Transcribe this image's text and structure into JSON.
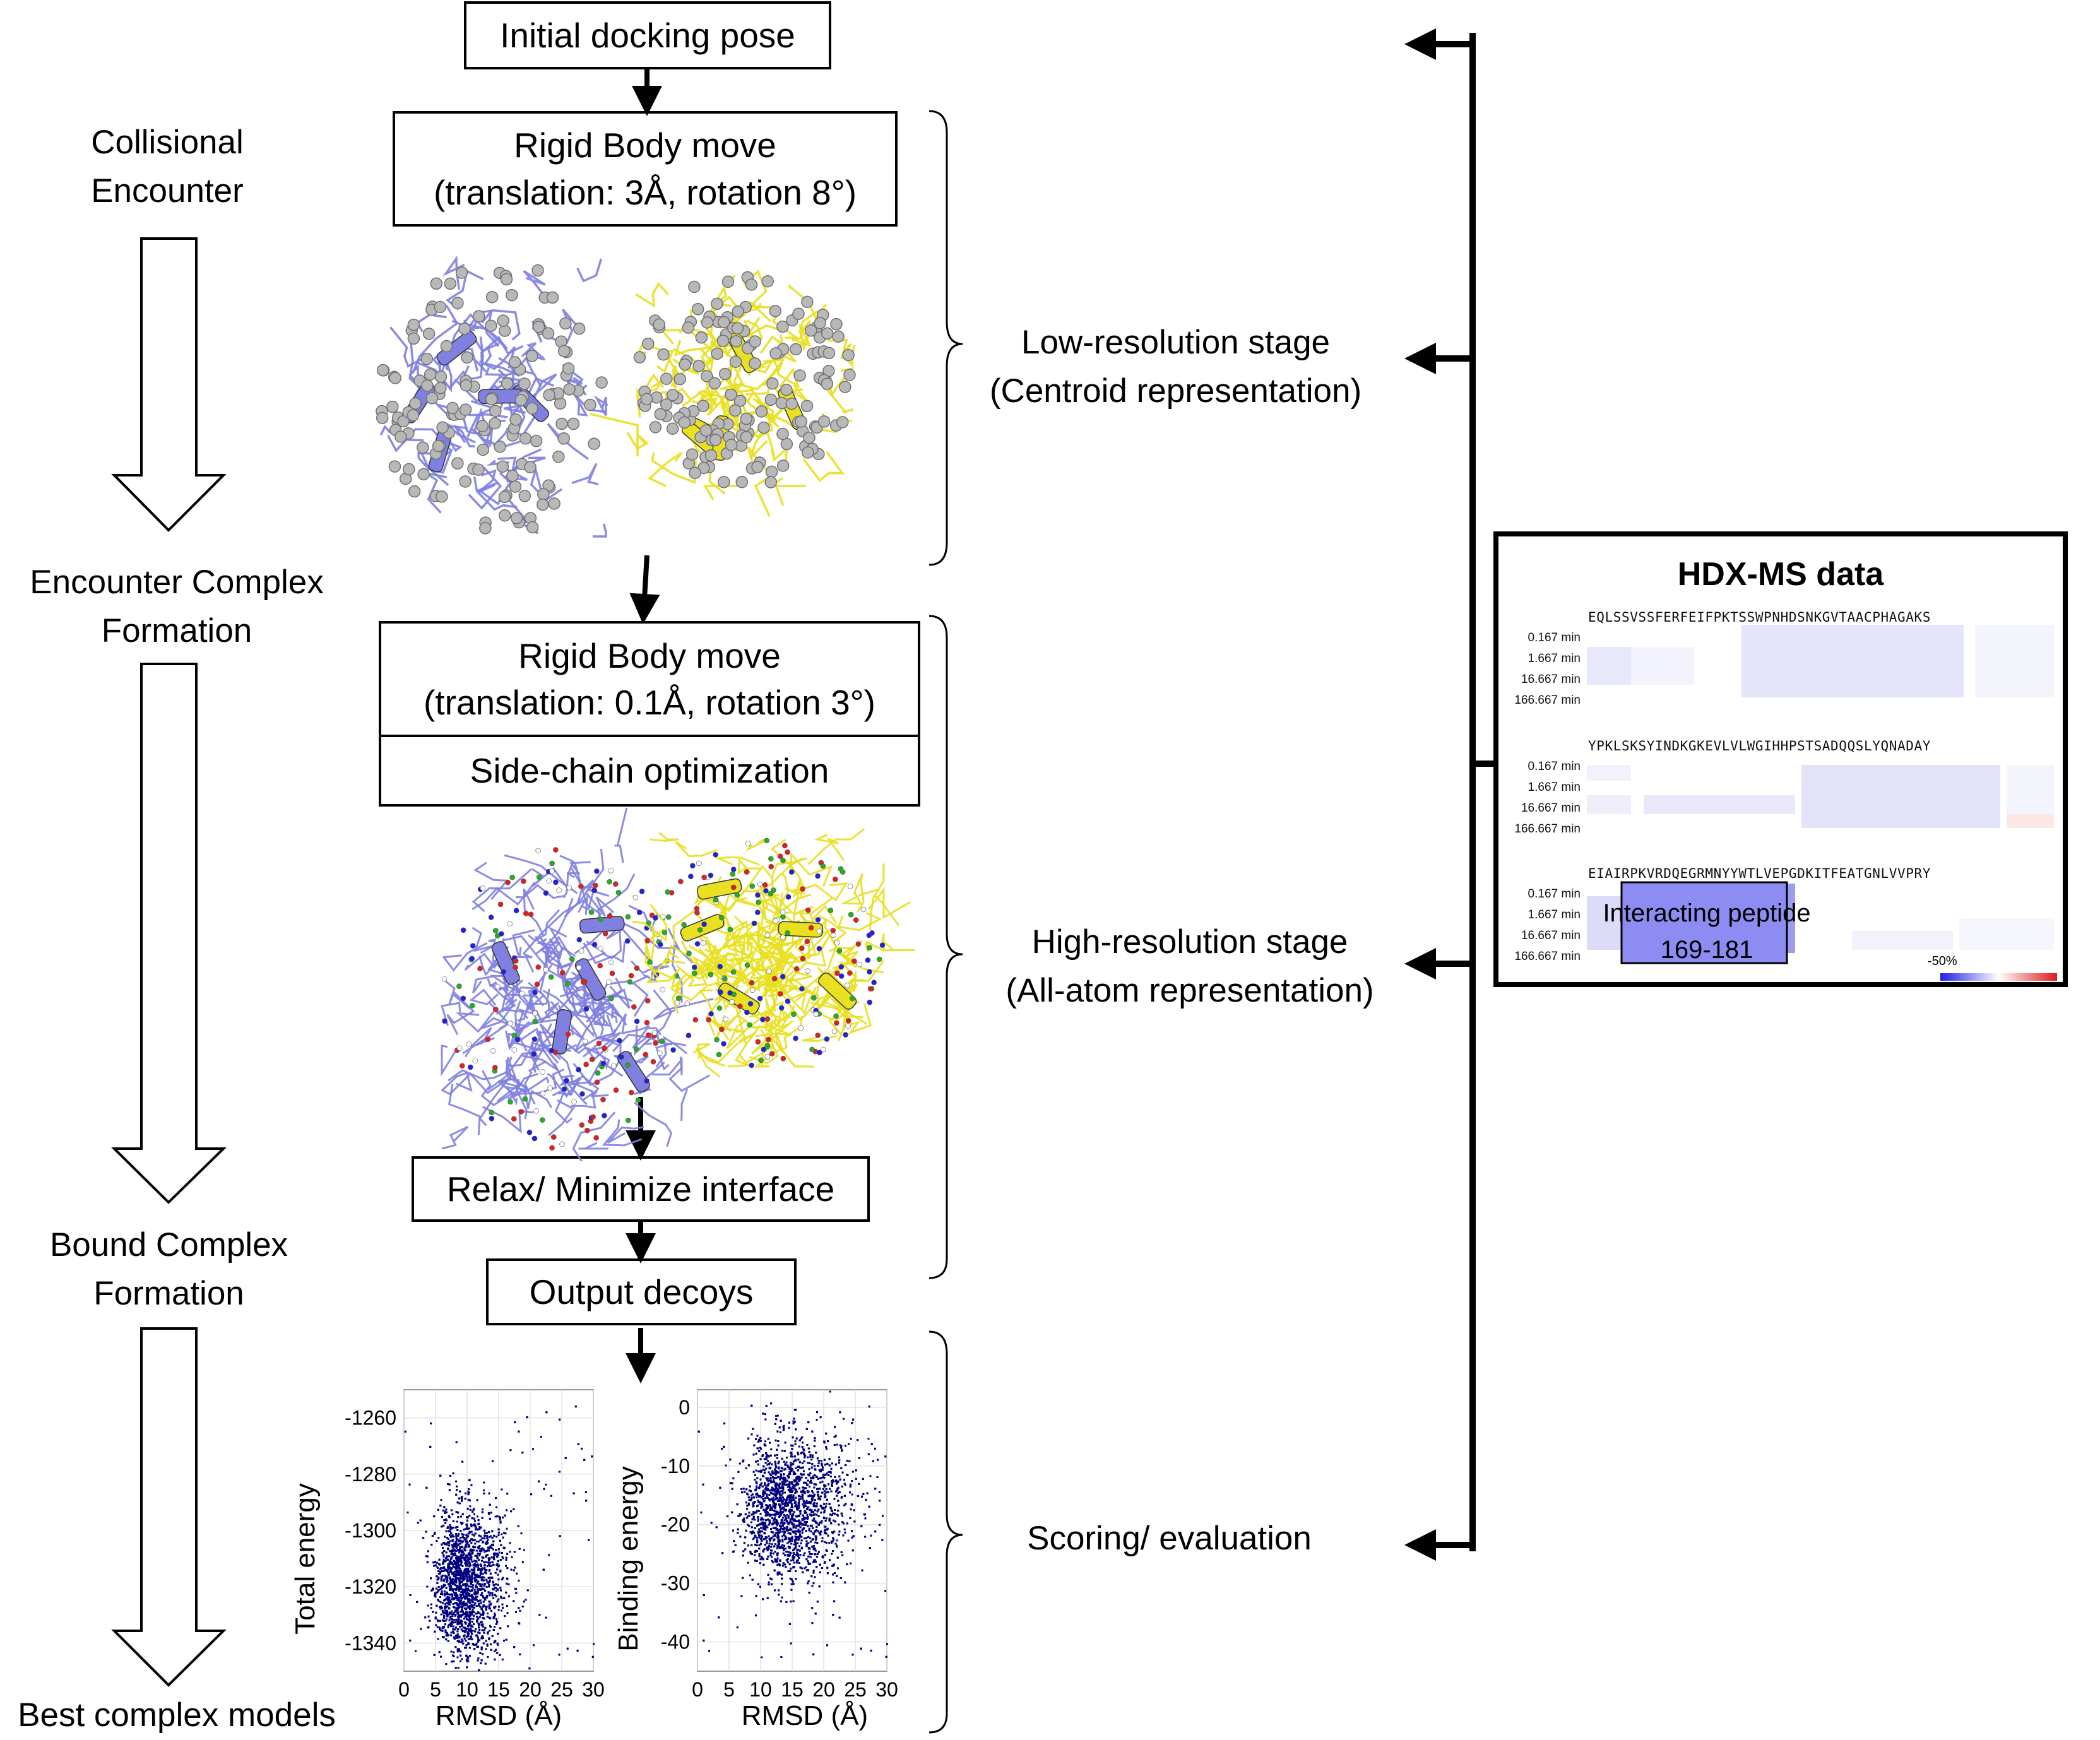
{
  "flow": {
    "initial": "Initial docking pose",
    "rigid1_line1": "Rigid Body move",
    "rigid1_line2": "(translation: 3Å, rotation 8°)",
    "rigid2_line1": "Rigid Body move",
    "rigid2_line2": "(translation: 0.1Å, rotation 3°)",
    "sidechain": "Side-chain optimization",
    "relax": "Relax/ Minimize interface",
    "output": "Output decoys"
  },
  "left_labels": {
    "collisional_1": "Collisional",
    "collisional_2": "Encounter",
    "encounter_1": "Encounter Complex",
    "encounter_2": "Formation",
    "bound_1": "Bound Complex",
    "bound_2": "Formation",
    "best": "Best complex models"
  },
  "stages": {
    "low_1": "Low-resolution stage",
    "low_2": "(Centroid representation)",
    "high_1": "High-resolution stage",
    "high_2": "(All-atom representation)",
    "scoring": "Scoring/ evaluation"
  },
  "colors": {
    "protein_a": "#8080e0",
    "protein_b": "#e8e020",
    "scatter_points": "#000080",
    "hdx_protect": "#3a3af0",
    "hdx_deprotect": "#e02020"
  },
  "hdx": {
    "title": "HDX-MS data",
    "times": [
      "0.167 min",
      "1.667 min",
      "16.667 min",
      "166.667 min"
    ],
    "rows": [
      "EQLSSVSSFERFEIFPKTSSWPNHDSNKGVTAACPHAGAKS",
      "YPKLSKSYINDKGKEVLVLWGIHHPSTSADQQSLYQNADAY",
      "EIAIRPKVRDQEGRMNYYWTLVEPGDKITFEATGNLVVPRY"
    ],
    "highlight_1": "Interacting peptide",
    "highlight_2": "169-181",
    "scale_label": "-50%"
  },
  "chart_data": [
    {
      "type": "scatter",
      "xlabel": "RMSD (Å)",
      "ylabel": "Total energy",
      "xlim": [
        0,
        30
      ],
      "ylim": [
        -1350,
        -1250
      ],
      "xticks": [
        0,
        5,
        10,
        15,
        20,
        25,
        30
      ],
      "yticks": [
        -1260,
        -1280,
        -1300,
        -1320,
        -1340
      ],
      "grid": true,
      "cluster": {
        "x_center": 8,
        "y_center": -1318,
        "x_spread": 3,
        "y_spread": 13,
        "n": 4500
      }
    },
    {
      "type": "scatter",
      "xlabel": "RMSD (Å)",
      "ylabel": "Binding energy",
      "xlim": [
        0,
        30
      ],
      "ylim": [
        -45,
        3
      ],
      "xticks": [
        0,
        5,
        10,
        15,
        20,
        25,
        30
      ],
      "yticks": [
        0,
        -10,
        -20,
        -30,
        -40
      ],
      "grid": true,
      "cluster": {
        "x_center": 12,
        "y_center": -17,
        "x_spread": 4.5,
        "y_spread": 6,
        "n": 5000
      }
    }
  ]
}
